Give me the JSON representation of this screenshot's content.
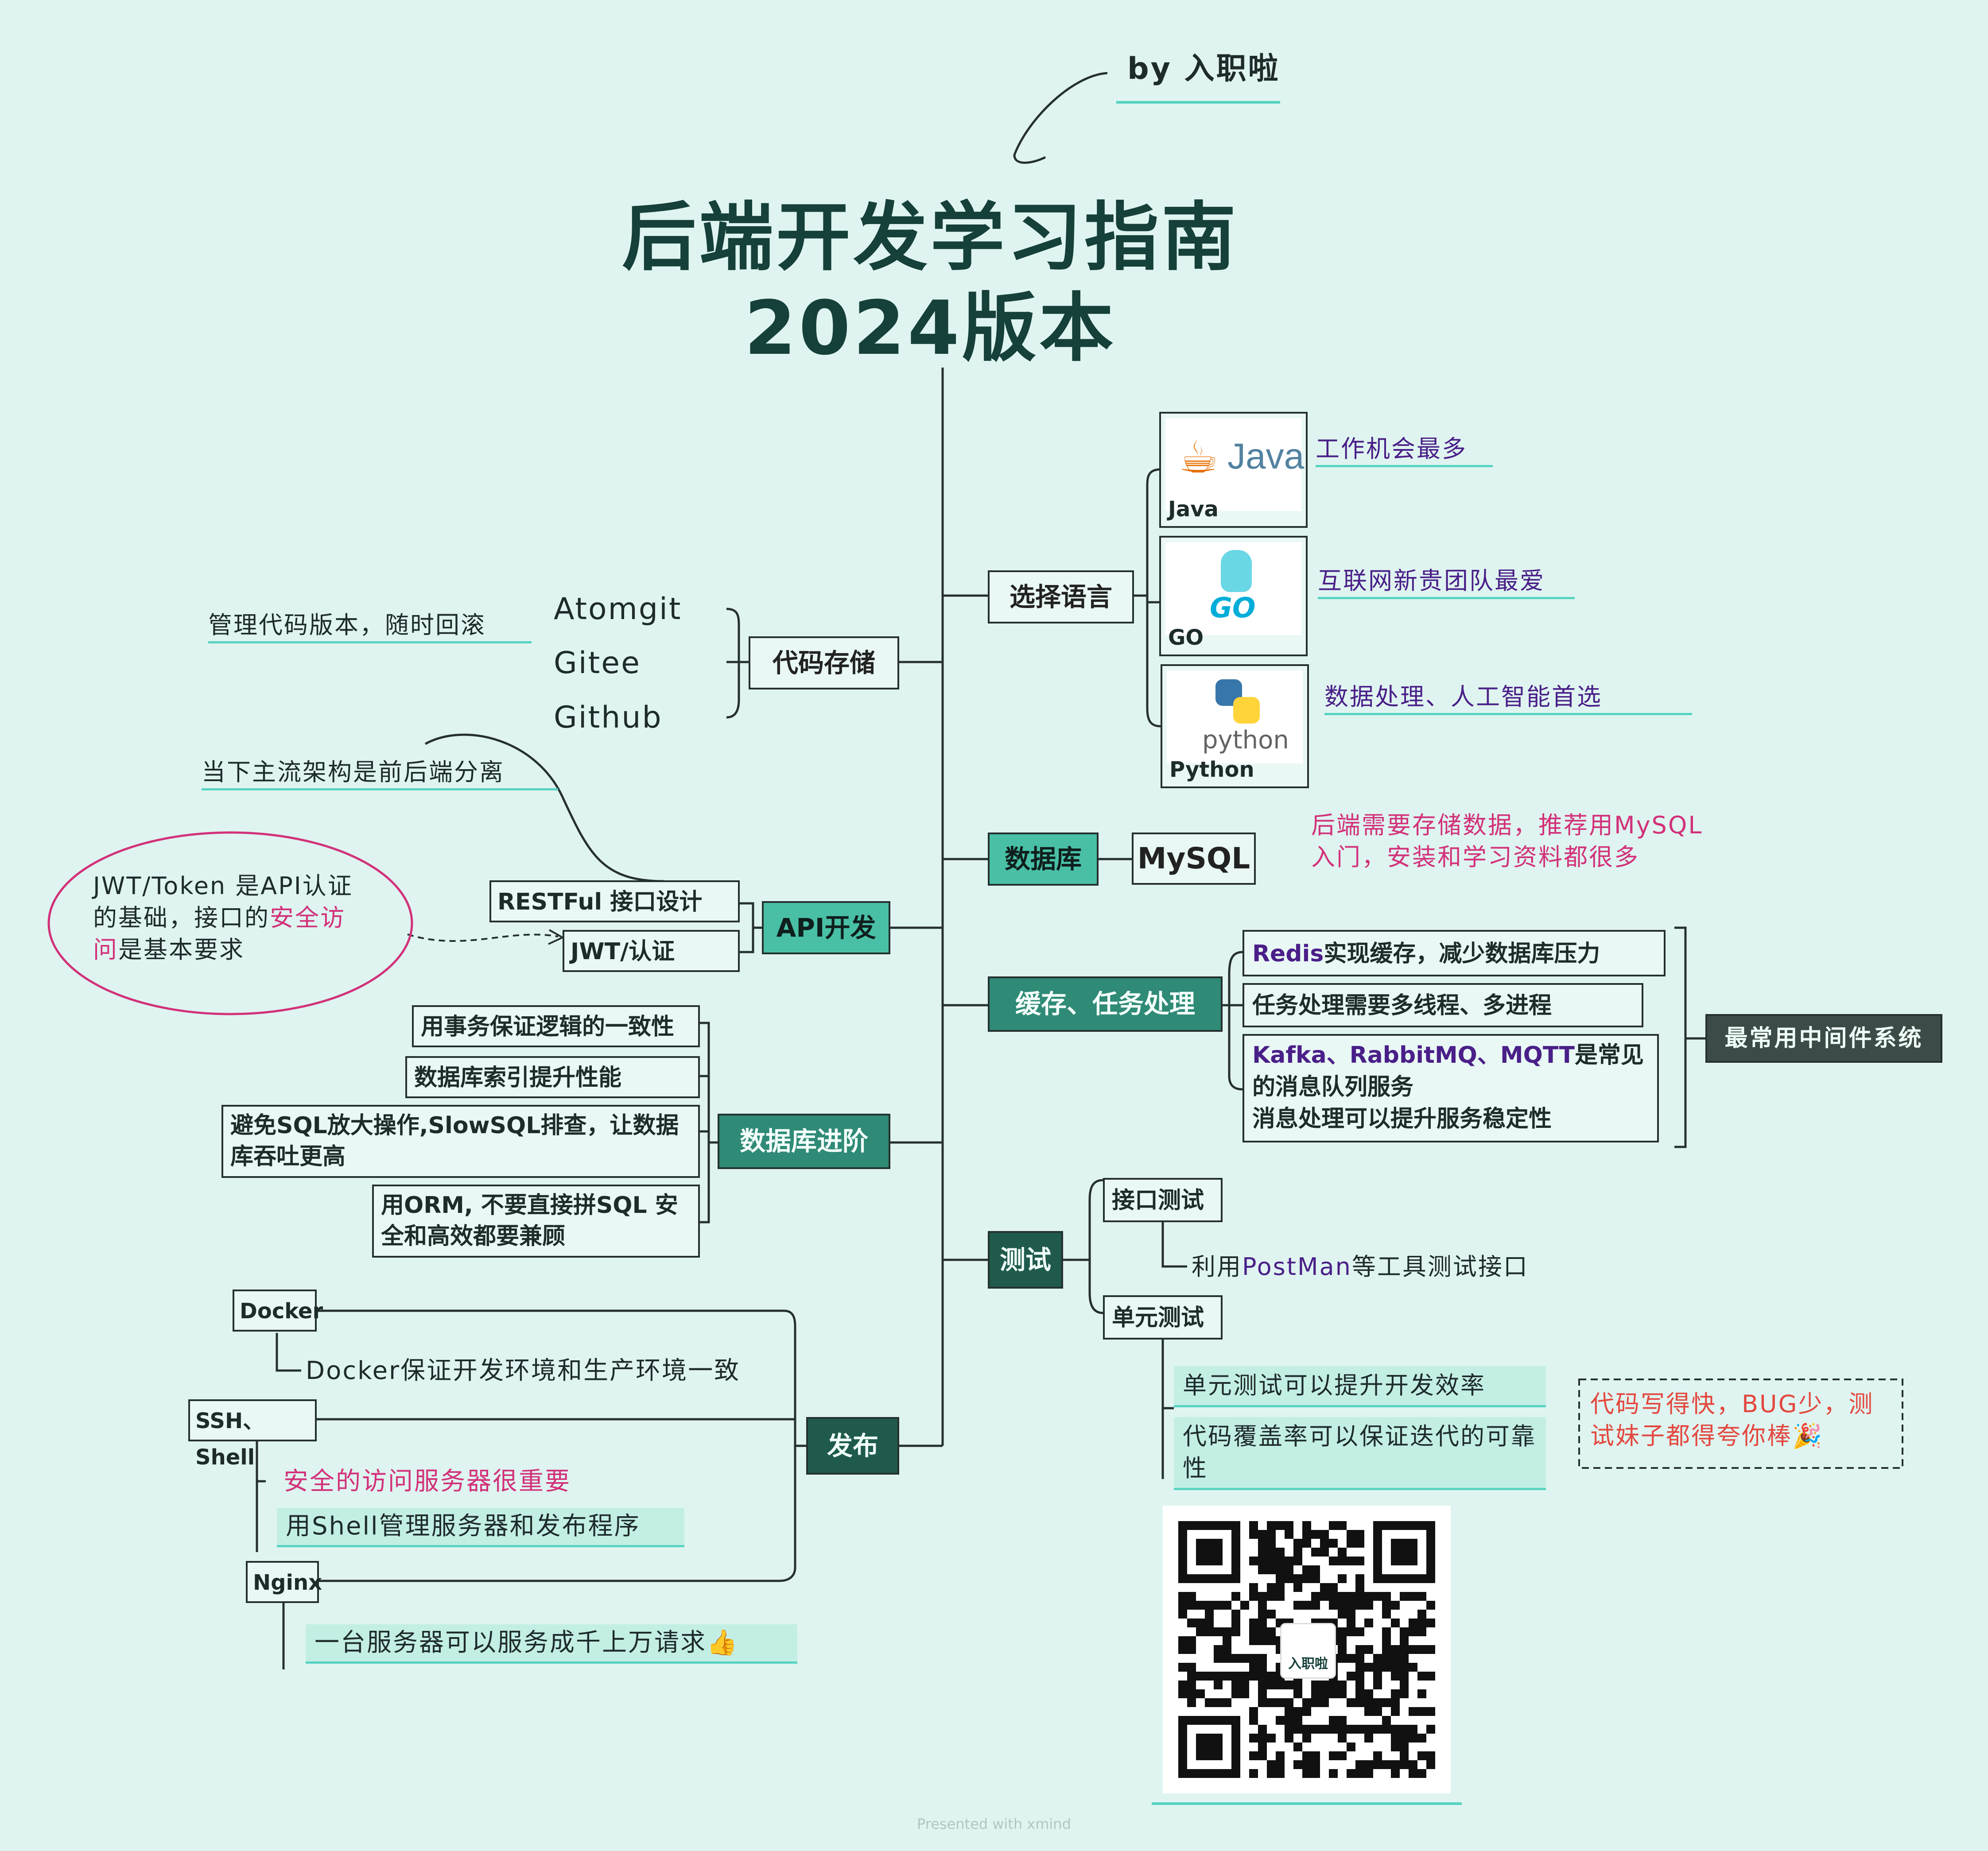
{
  "byline": "by 入职啦",
  "title_line1": "后端开发学习指南",
  "title_line2": "2024版本",
  "footer": "Presented with xmind",
  "branches": {
    "language": {
      "topic": "选择语言",
      "items": [
        {
          "caption": "Java",
          "logo_text": "Java",
          "note": "工作机会最多"
        },
        {
          "caption": "GO",
          "logo_text": "GO",
          "note": "互联网新贵团队最爱"
        },
        {
          "caption": "Python",
          "logo_text": "python",
          "note": "数据处理、人工智能首选"
        }
      ]
    },
    "code_storage": {
      "topic": "代码存储",
      "items": [
        "Atomgit",
        "Gitee",
        "Github"
      ],
      "note": "管理代码版本，随时回滚"
    },
    "database": {
      "topic": "数据库",
      "child": "MySQL",
      "note_line1": "后端需要存储数据，推荐用MySQL",
      "note_line2": "入门，安装和学习资料都很多"
    },
    "api": {
      "topic": "API开发",
      "restful": "RESTFul 接口设计",
      "jwt": "JWT/认证",
      "note": "当下主流架构是前后端分离",
      "bubble_part1": "JWT/Token 是API认证的基础，接口的",
      "bubble_part2": "安全访问",
      "bubble_part3": "是基本要求"
    },
    "cache": {
      "topic": "缓存、任务处理",
      "redis_part1": "Redis",
      "redis_part2": "实现缓存，减少数据库压力",
      "threads": "任务处理需要多线程、多进程",
      "mq_part1": "Kafka、RabbitMQ、MQTT",
      "mq_part2": "是常见的消息队列服务",
      "mq_line3": "消息处理可以提升服务稳定性",
      "summary": "最常用中间件系统"
    },
    "db_advanced": {
      "topic": "数据库进阶",
      "items": [
        "用事务保证逻辑的一致性",
        "数据库索引提升性能",
        "避免SQL放大操作,SlowSQL排查，让数据库吞吐更高",
        "用ORM, 不要直接拼SQL 安全和高效都要兼顾"
      ]
    },
    "testing": {
      "topic": "测试",
      "api_test": "接口测试",
      "api_test_note_part1": "利用",
      "api_test_note_part2": "PostMan",
      "api_test_note_part3": "等工具测试接口",
      "unit_test": "单元测试",
      "unit_note1": "单元测试可以提升开发效率",
      "unit_note2": "代码覆盖率可以保证迭代的可靠性",
      "callout": "代码写得快，BUG少，测试妹子都得夸你棒🎉"
    },
    "deploy": {
      "topic": "发布",
      "docker": "Docker",
      "docker_note": "Docker保证开发环境和生产环境一致",
      "ssh": "SSH、Shell",
      "ssh_note1": "安全的访问服务器很重要",
      "ssh_note2": "用Shell管理服务器和发布程序",
      "nginx": "Nginx",
      "nginx_note": "一台服务器可以服务成千上万请求👍"
    }
  },
  "qr_label": "入职啦",
  "colors": {
    "background": "#dff4f0",
    "accent_teal": "#57d3c1",
    "dark_teal": "#1f5a4d",
    "purple": "#4a1f88",
    "pink": "#d2317a"
  }
}
